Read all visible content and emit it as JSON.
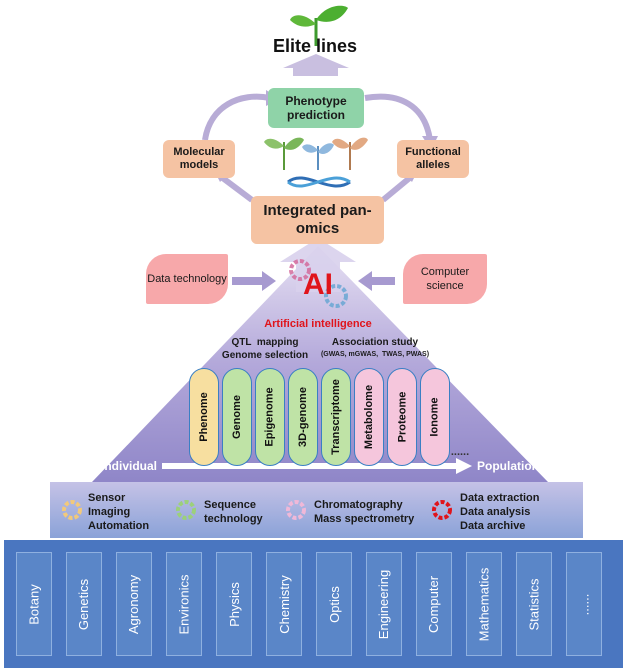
{
  "title": "Elite lines",
  "top_nodes": {
    "phenotype": "Phenotype prediction",
    "molecular": "Molecular models",
    "functional": "Functional alleles",
    "panomics": "Integrated pan-omics"
  },
  "side_inputs": {
    "data_technology": "Data technology",
    "computer_science": "Computer science"
  },
  "ai": {
    "label": "AI",
    "caption": "Artificial intelligence"
  },
  "methods": {
    "qtl": "QTL  mapping",
    "genome_selection": "Genome selection",
    "association": "Association study",
    "association_sub": "(GWAS, mGWAS,  TWAS, PWAS)"
  },
  "omics": [
    "Phenome",
    "Genome",
    "Epigenome",
    "3D-genome",
    "Transcriptome",
    "Metabolome",
    "Proteome",
    "Ionome"
  ],
  "omics_more": "......",
  "scale": {
    "left": "Individual",
    "right": "Population"
  },
  "tools": {
    "sensor": [
      "Sensor",
      "Imaging",
      "Automation"
    ],
    "sequence": [
      "Sequence",
      "technology"
    ],
    "chromatography": [
      "Chromatography",
      "Mass spectrometry"
    ],
    "data": [
      "Data extraction",
      "Data analysis",
      "Data archive"
    ]
  },
  "disciplines": [
    "Botany",
    "Genetics",
    "Agronomy",
    "Environics",
    "Physics",
    "Chemistry",
    "Optics",
    "Engineering",
    "Computer",
    "Mathematics",
    "Statistics",
    "......"
  ],
  "colors": {
    "salmon": "#f5c3a3",
    "green": "#8fd3a8",
    "pink": "#f7a8aa",
    "pyramid": "#a79ad0",
    "base": "#4a76c0",
    "ai_red": "#e0141b"
  }
}
